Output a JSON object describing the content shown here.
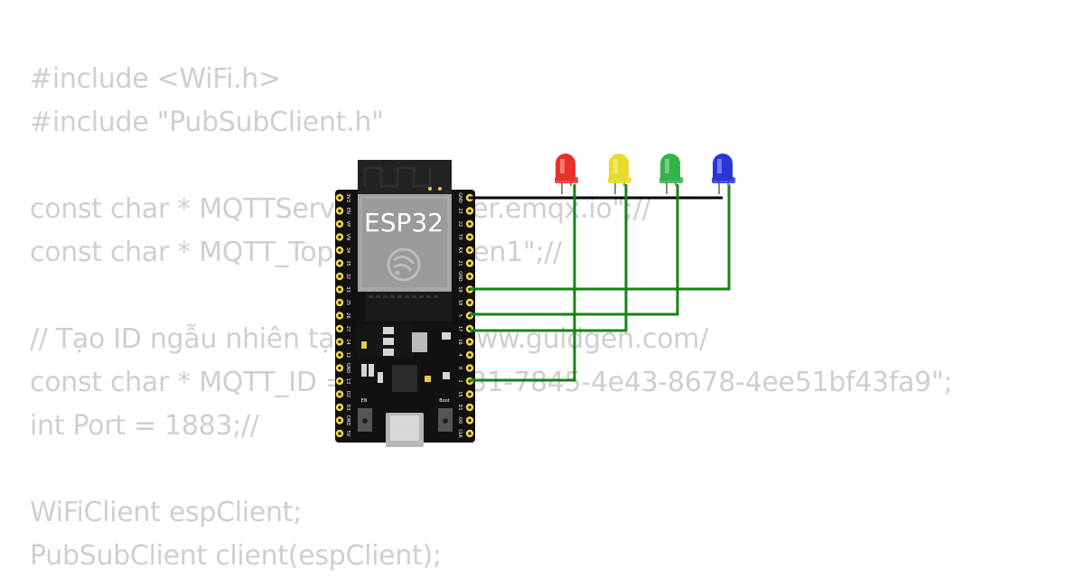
{
  "code_lines": [
    "#include <WiFi.h>",
    "#include \"PubSubClient.h\"",
    "",
    "const char * MQTTServer = \"broker.emqx.io\";//",
    "const char * MQTT_Topic = \"IoT/den1\";//",
    "",
    "// Tạo ID ngẫu nhiên tại: https://www.guidgen.com/",
    "const char * MQTT_ID = \"59d9d631-7845-4e43-8678-4ee51bf43fa9\";",
    "int Port = 1883;//",
    "",
    "WiFiClient espClient;",
    "PubSubClient client(espClient);"
  ],
  "board": {
    "name": "ESP32",
    "left_pins": [
      "3V3",
      "EN",
      "VP",
      "VN",
      "34",
      "35",
      "32",
      "33",
      "25",
      "26",
      "27",
      "14",
      "12",
      "GND",
      "13",
      "D2",
      "D3",
      "CMD",
      "5V"
    ],
    "right_pins": [
      "GND",
      "23",
      "22",
      "TX",
      "RX",
      "21",
      "GND",
      "19",
      "18",
      "5",
      "17",
      "16",
      "4",
      "0",
      "2",
      "15",
      "D1",
      "D0",
      "CLK"
    ],
    "en_label": "EN",
    "boot_label": "Boot"
  },
  "leds": [
    {
      "color": "red",
      "hex": "#e8302a"
    },
    {
      "color": "yellow",
      "hex": "#e7dc2c"
    },
    {
      "color": "green",
      "hex": "#34b34a"
    },
    {
      "color": "blue",
      "hex": "#2a36d6"
    }
  ],
  "colors": {
    "code_text": "#cfcfcf",
    "wire_gnd": "#000000",
    "wire_signal": "#178317",
    "board": "#111111",
    "pin": "#f1d54a"
  }
}
